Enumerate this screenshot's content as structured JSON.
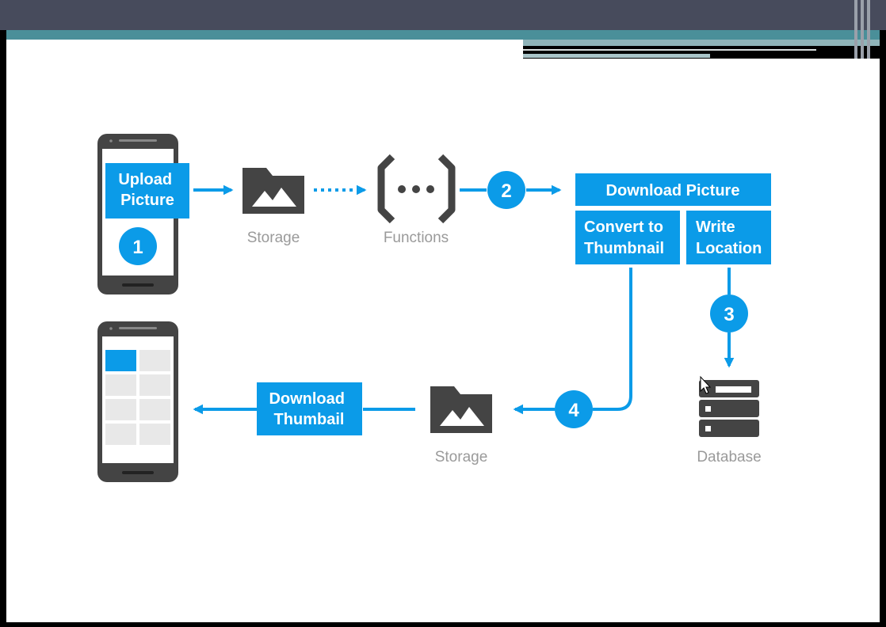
{
  "colors": {
    "accent": "#0b9be8",
    "icon_dark": "#444444",
    "label_gray": "#9a9a9a",
    "header_dark": "#474b5c",
    "header_teal": "#4a8f99"
  },
  "steps": {
    "one": "1",
    "two": "2",
    "three": "3",
    "four": "4"
  },
  "boxes": {
    "upload": [
      "Upload",
      "Picture"
    ],
    "download_picture": "Download Picture",
    "convert": [
      "Convert to",
      "Thumbnail"
    ],
    "write": [
      "Write",
      "Location"
    ],
    "download_thumb": [
      "Download",
      "Thumbail"
    ]
  },
  "labels": {
    "storage_top": "Storage",
    "functions": "Functions",
    "storage_bottom": "Storage",
    "database": "Database"
  },
  "icons": {
    "phone": "phone-icon",
    "storage": "folder-image-icon",
    "functions": "functions-icon",
    "database": "database-icon",
    "cursor": "mouse-cursor-icon"
  }
}
